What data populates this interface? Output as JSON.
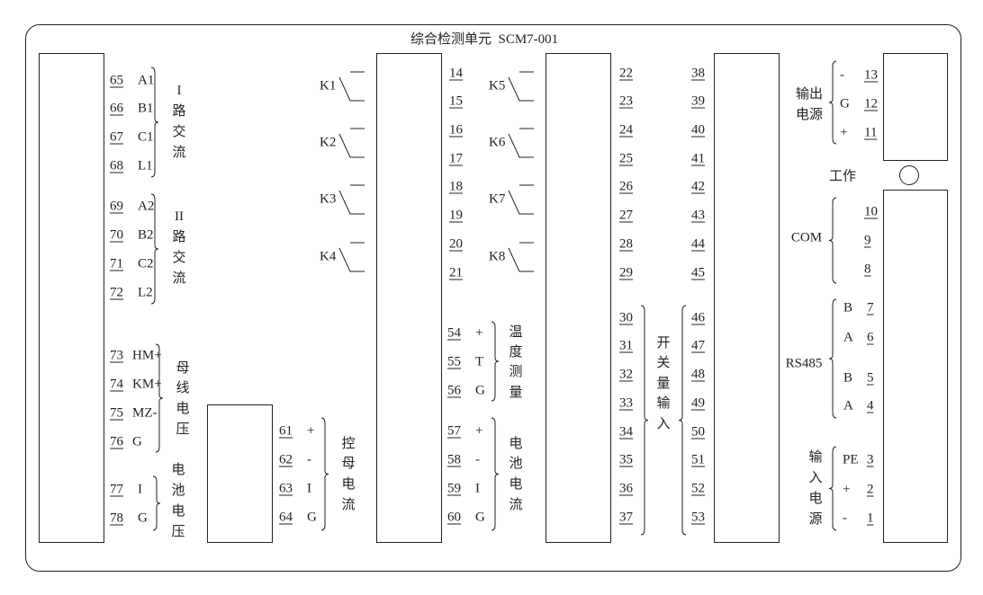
{
  "title": "综合检测单元  SCM7-001",
  "indicator_label": "工作",
  "relays": [
    "K1",
    "K2",
    "K3",
    "K4",
    "K5",
    "K6",
    "K7",
    "K8"
  ],
  "plain_columns": {
    "col_14_21": [
      "14",
      "15",
      "16",
      "17",
      "18",
      "19",
      "20",
      "21"
    ],
    "col_22_29": [
      "22",
      "23",
      "24",
      "25",
      "26",
      "27",
      "28",
      "29"
    ],
    "col_38_45": [
      "38",
      "39",
      "40",
      "41",
      "42",
      "43",
      "44",
      "45"
    ]
  },
  "groups": [
    {
      "label": "I路交流",
      "label_parts": [
        "I",
        "路",
        "交",
        "流"
      ],
      "terminals": [
        {
          "num": "65",
          "signal": "A1"
        },
        {
          "num": "66",
          "signal": "B1"
        },
        {
          "num": "67",
          "signal": "C1"
        },
        {
          "num": "68",
          "signal": "L1"
        }
      ]
    },
    {
      "label": "II路交流",
      "label_parts": [
        "II",
        "路",
        "交",
        "流"
      ],
      "terminals": [
        {
          "num": "69",
          "signal": "A2"
        },
        {
          "num": "70",
          "signal": "B2"
        },
        {
          "num": "71",
          "signal": "C2"
        },
        {
          "num": "72",
          "signal": "L2"
        }
      ]
    },
    {
      "label": "母线电压",
      "label_parts": [
        "母",
        "线",
        "电",
        "压"
      ],
      "terminals": [
        {
          "num": "73",
          "signal": "HM+"
        },
        {
          "num": "74",
          "signal": "KM+"
        },
        {
          "num": "75",
          "signal": "MZ-"
        },
        {
          "num": "76",
          "signal": "G"
        }
      ]
    },
    {
      "label": "电池电压",
      "label_parts": [
        "电",
        "池",
        "电",
        "压"
      ],
      "terminals": [
        {
          "num": "77",
          "signal": "I"
        },
        {
          "num": "78",
          "signal": "G"
        }
      ]
    },
    {
      "label": "控母电流",
      "label_parts": [
        "控",
        "母",
        "电",
        "流"
      ],
      "terminals": [
        {
          "num": "61",
          "signal": "+"
        },
        {
          "num": "62",
          "signal": "-"
        },
        {
          "num": "63",
          "signal": "I"
        },
        {
          "num": "64",
          "signal": "G"
        }
      ]
    },
    {
      "label": "温度测量",
      "label_parts": [
        "温",
        "度",
        "测",
        "量"
      ],
      "terminals": [
        {
          "num": "54",
          "signal": "+"
        },
        {
          "num": "55",
          "signal": "T"
        },
        {
          "num": "56",
          "signal": "G"
        }
      ]
    },
    {
      "label": "电池电流",
      "label_parts": [
        "电",
        "池",
        "电",
        "流"
      ],
      "terminals": [
        {
          "num": "57",
          "signal": "+"
        },
        {
          "num": "58",
          "signal": "-"
        },
        {
          "num": "59",
          "signal": "I"
        },
        {
          "num": "60",
          "signal": "G"
        }
      ]
    },
    {
      "label": "开关量输入",
      "label_parts": [
        "开",
        "关",
        "量",
        "输",
        "入"
      ],
      "terminals": [
        {
          "num": "30"
        },
        {
          "num": "31"
        },
        {
          "num": "32"
        },
        {
          "num": "33"
        },
        {
          "num": "34"
        },
        {
          "num": "35"
        },
        {
          "num": "36"
        },
        {
          "num": "37"
        }
      ],
      "terminals_b": [
        {
          "num": "46"
        },
        {
          "num": "47"
        },
        {
          "num": "48"
        },
        {
          "num": "49"
        },
        {
          "num": "50"
        },
        {
          "num": "51"
        },
        {
          "num": "52"
        },
        {
          "num": "53"
        }
      ]
    },
    {
      "label": "输出电源",
      "label_parts": [
        "输出",
        "电源"
      ],
      "terminals": [
        {
          "num": "13",
          "signal": "-"
        },
        {
          "num": "12",
          "signal": "G"
        },
        {
          "num": "11",
          "signal": "+"
        }
      ]
    },
    {
      "label": "COM",
      "label_parts": [
        "COM"
      ],
      "terminals": [
        {
          "num": "10"
        },
        {
          "num": "9"
        },
        {
          "num": "8"
        }
      ]
    },
    {
      "label": "RS485",
      "label_parts": [
        "RS485"
      ],
      "terminals": [
        {
          "num": "7",
          "signal": "B"
        },
        {
          "num": "6",
          "signal": "A"
        },
        {
          "num": "5",
          "signal": "B"
        },
        {
          "num": "4",
          "signal": "A"
        }
      ]
    },
    {
      "label": "输入电源",
      "label_parts": [
        "输",
        "入",
        "电",
        "源"
      ],
      "terminals": [
        {
          "num": "3",
          "signal": "PE"
        },
        {
          "num": "2",
          "signal": "+"
        },
        {
          "num": "1",
          "signal": "-"
        }
      ]
    }
  ]
}
